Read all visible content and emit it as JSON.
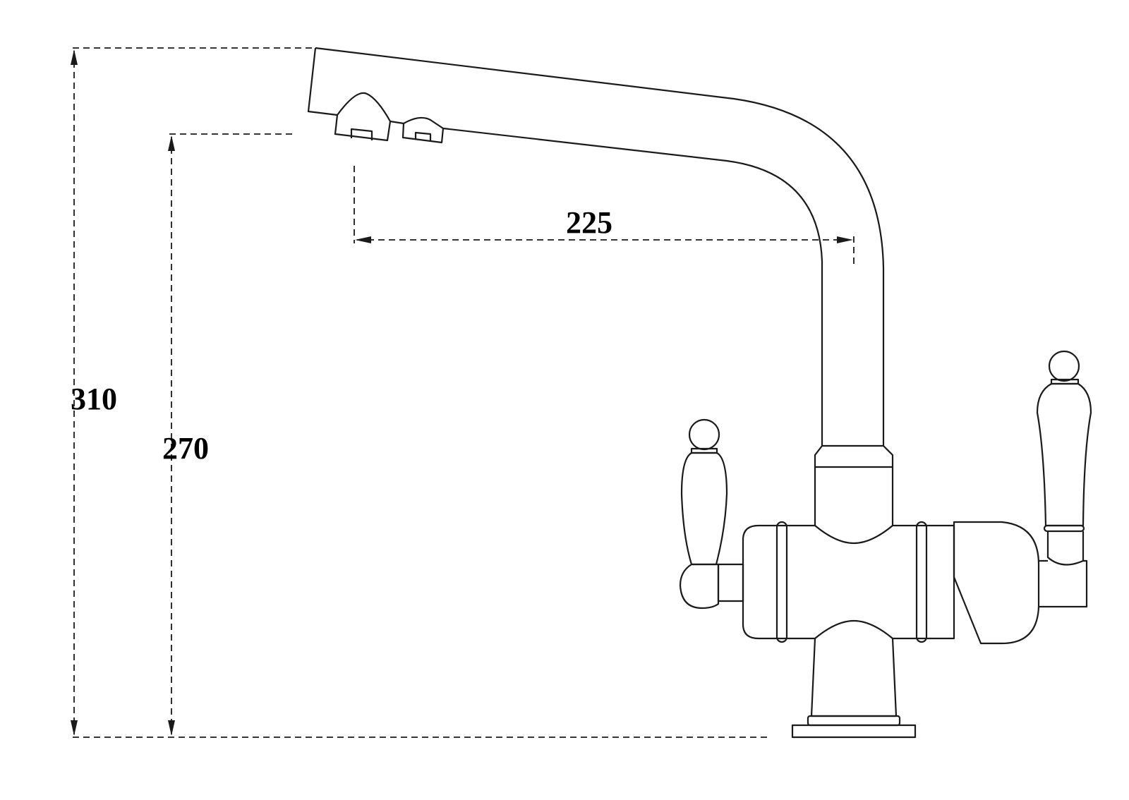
{
  "dimensions": {
    "total_height": "310",
    "spout_outlet_height": "270",
    "spout_reach": "225"
  },
  "colors": {
    "line": "#1a1a1a",
    "background": "#ffffff"
  }
}
